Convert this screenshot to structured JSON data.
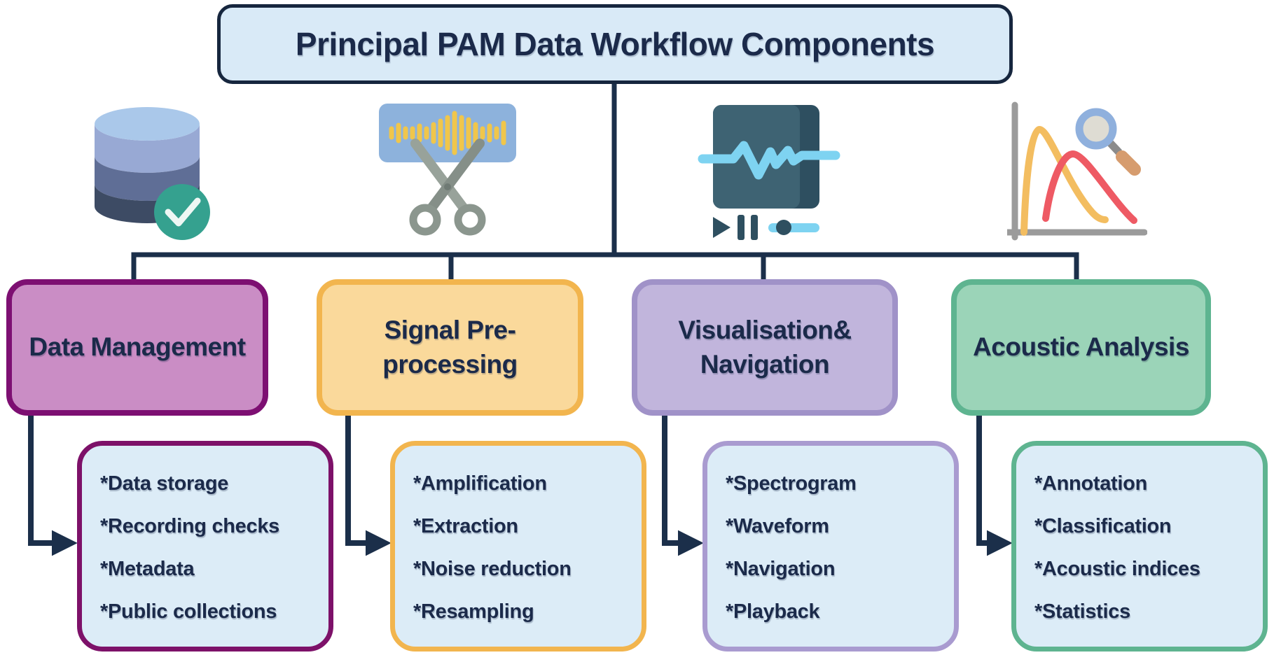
{
  "title": "Principal PAM Data Workflow Components",
  "style": {
    "bg": "#ffffff",
    "line_color": "#1b2f4a",
    "text_color": "#1b2a4a",
    "title_fill": "#d9eaf7",
    "title_border": "#16263e"
  },
  "branches": [
    {
      "label": "Data Management",
      "icon": "database-check-icon",
      "items": [
        "*Data storage",
        "*Recording checks",
        "*Metadata",
        "*Public collections"
      ],
      "colors": {
        "box_fill": "#ca8dc5",
        "box_border": "#7d0f72",
        "detail_fill": "#dcecf7",
        "detail_border": "#7d1169"
      }
    },
    {
      "label": "Signal Pre-\nprocessing",
      "icon": "audio-clip-scissors-icon",
      "items": [
        "*Amplification",
        "*Extraction",
        "*Noise reduction",
        "*Resampling"
      ],
      "colors": {
        "box_fill": "#fad99b",
        "box_border": "#f2b54e",
        "detail_fill": "#dcecf7",
        "detail_border": "#f2b54e"
      }
    },
    {
      "label": "Visualisation&\nNavigation",
      "icon": "waveform-player-icon",
      "items": [
        "*Spectrogram",
        "*Waveform",
        "*Navigation",
        "*Playback"
      ],
      "colors": {
        "box_fill": "#c1b5dc",
        "box_border": "#a092c8",
        "detail_fill": "#dcecf7",
        "detail_border": "#a99bd0"
      }
    },
    {
      "label": "Acoustic Analysis",
      "icon": "chart-magnifier-icon",
      "items": [
        "*Annotation",
        "*Classification",
        "*Acoustic indices",
        "*Statistics"
      ],
      "colors": {
        "box_fill": "#9bd4b8",
        "box_border": "#5eb490",
        "detail_fill": "#dcecf7",
        "detail_border": "#5eb490"
      }
    }
  ]
}
